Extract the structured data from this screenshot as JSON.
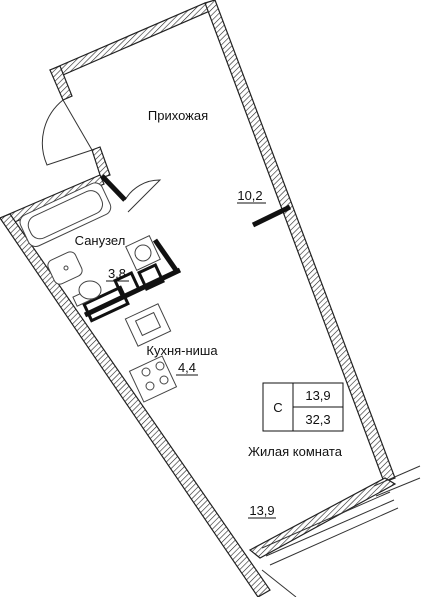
{
  "rooms": {
    "hallway": {
      "name": "Прихожая",
      "area": "10,2"
    },
    "bathroom": {
      "name": "Санузел",
      "area": "3,8"
    },
    "kitchen": {
      "name": "Кухня-ниша",
      "area": "4,4"
    },
    "living": {
      "name": "Жилая комната",
      "area": "13,9"
    }
  },
  "summary": {
    "type_letter": "С",
    "living_area": "13,9",
    "total_area": "32,3"
  }
}
